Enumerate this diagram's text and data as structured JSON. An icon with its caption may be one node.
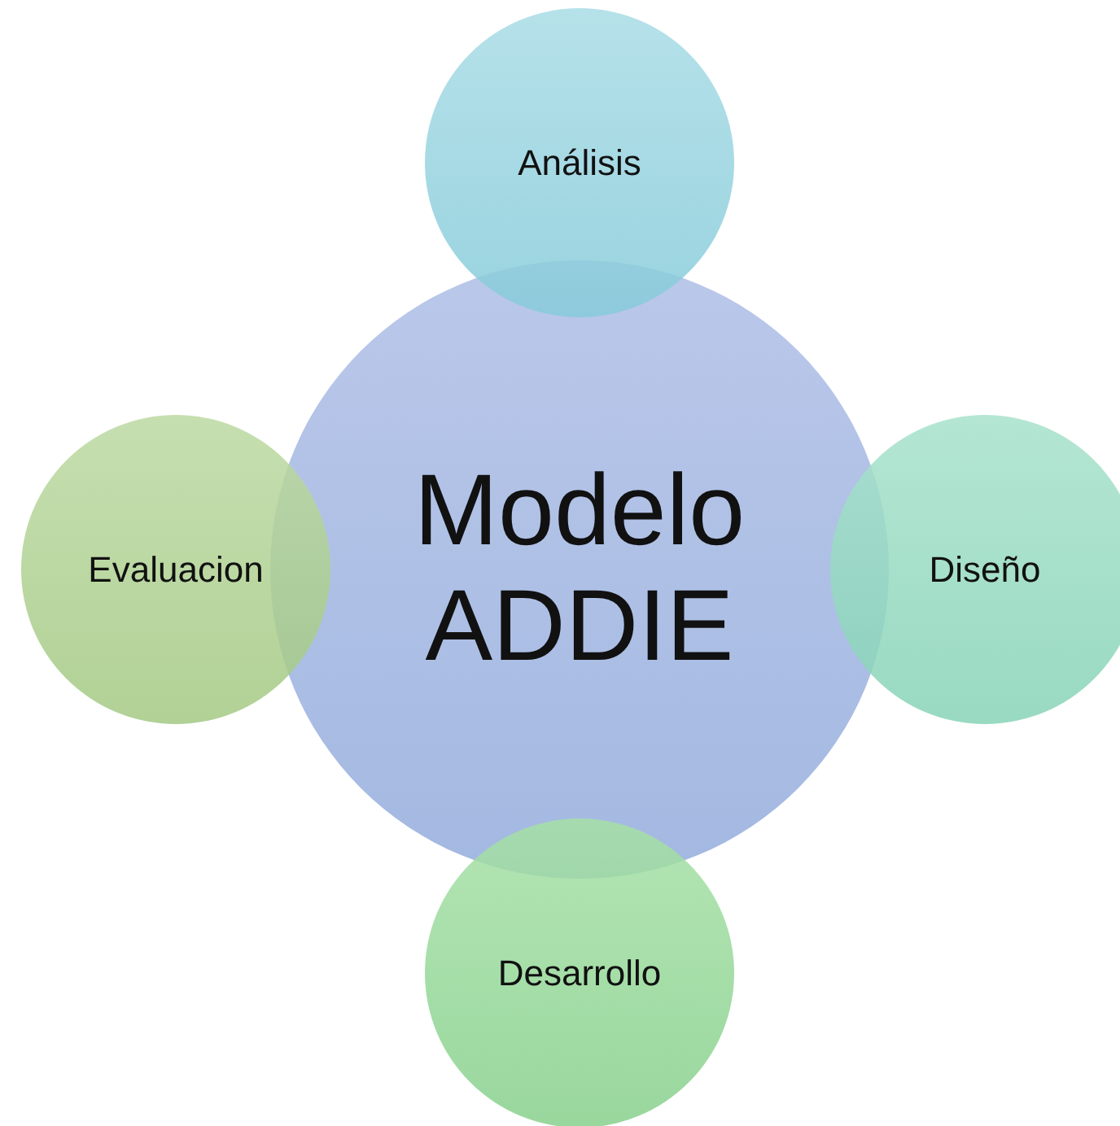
{
  "diagram": {
    "nodes": [
      {
        "text": [
          "Análisis"
        ]
      },
      {
        "text": [
          "Modelo ADDIE"
        ]
      },
      {
        "text": [
          "Evaluacion"
        ]
      },
      {
        "text": [
          "Diseño"
        ]
      },
      {
        "text": [
          "Desarrollo"
        ]
      }
    ]
  }
}
